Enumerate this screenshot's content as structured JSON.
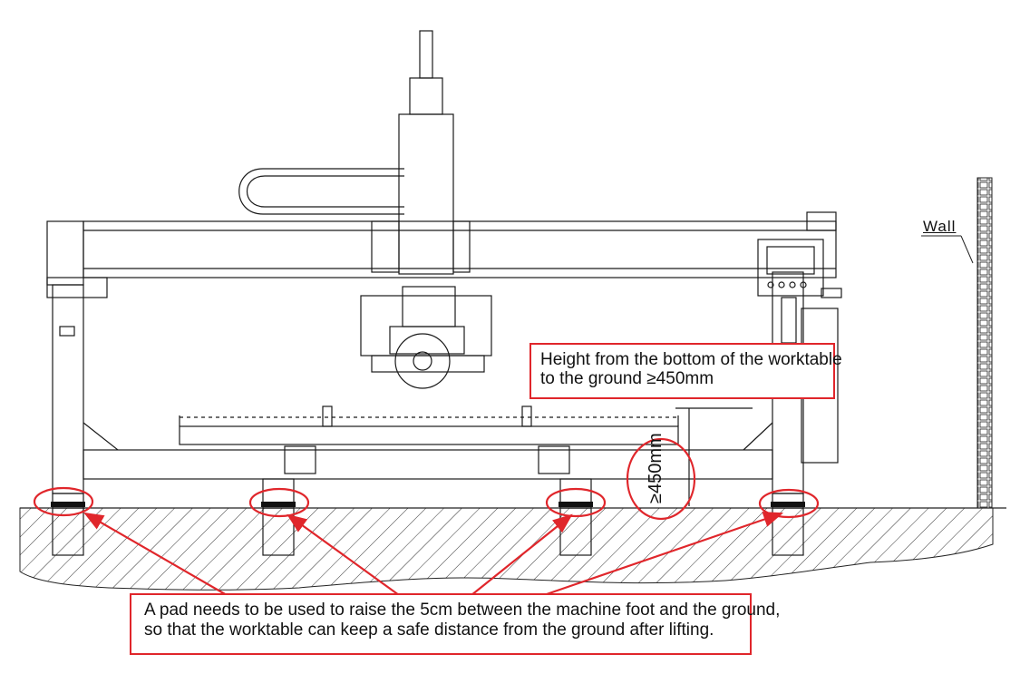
{
  "labels": {
    "wall": "Wall",
    "dimension": "≥450mm",
    "height_note_line1": "Height from the bottom of the worktable",
    "height_note_line2": "to the ground ≥450mm",
    "pad_note_line1": "A pad needs to be used to raise the 5cm between the machine foot and the ground,",
    "pad_note_line2": "so that the worktable can keep a safe distance from the ground after lifting."
  },
  "colors": {
    "annotation": "#e0262b",
    "linework": "#1a1a1a",
    "background": "#ffffff"
  }
}
